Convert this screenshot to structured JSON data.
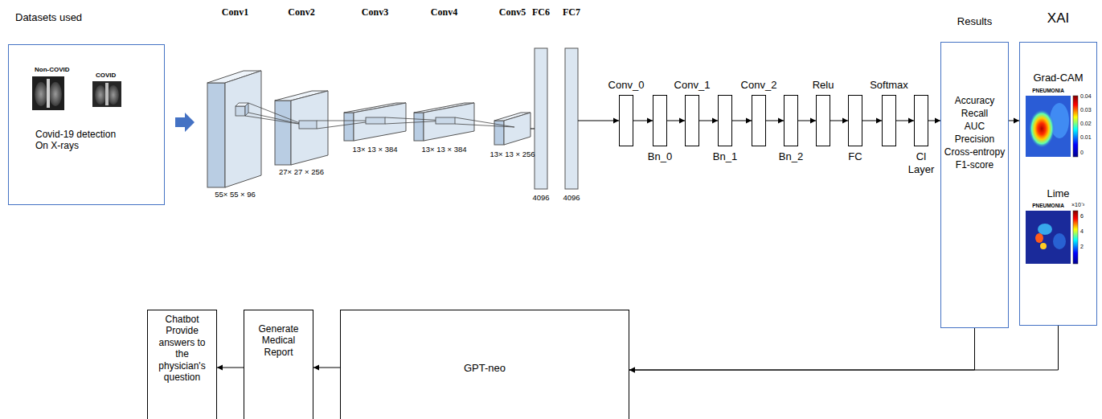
{
  "diagram": {
    "nodes": [
      {
        "text": [
          "Datasets used",
          "Covid-19 detection On X-rays"
        ]
      },
      {
        "text": [
          "Conv1",
          "55× 55 × 96"
        ]
      },
      {
        "text": [
          "Conv2",
          "27× 27 × 256"
        ]
      },
      {
        "text": [
          "Conv3",
          "13× 13 × 384"
        ]
      },
      {
        "text": [
          "Conv4",
          "13× 13 × 384"
        ]
      },
      {
        "text": [
          "Conv5",
          "13× 13 × 256"
        ]
      },
      {
        "text": [
          "FC6",
          "4096"
        ]
      },
      {
        "text": [
          "FC7",
          "4096"
        ]
      },
      {
        "text": [
          "Conv_0"
        ]
      },
      {
        "text": [
          "Bn_0"
        ]
      },
      {
        "text": [
          "Conv_1"
        ]
      },
      {
        "text": [
          "Bn_1"
        ]
      },
      {
        "text": [
          "Conv_2"
        ]
      },
      {
        "text": [
          "Bn_2"
        ]
      },
      {
        "text": [
          "Relu"
        ]
      },
      {
        "text": [
          "FC"
        ]
      },
      {
        "text": [
          "Softmax"
        ]
      },
      {
        "text": [
          "Cl Layer"
        ]
      },
      {
        "text": [
          "Results",
          "Accuracy",
          "Recall",
          "AUC",
          "Precision",
          "Cross-entropy",
          "F1-score"
        ]
      },
      {
        "text": [
          "XAI",
          "Grad-CAM",
          "Lime"
        ]
      },
      {
        "text": [
          "GPT-neo"
        ]
      },
      {
        "text": [
          "Generate Medical Report"
        ]
      },
      {
        "text": [
          "Chatbot Provide answers to the physician's question"
        ]
      }
    ],
    "edges": [
      {
        "from": 0,
        "to": 1,
        "arrow": "to"
      },
      {
        "from": 5,
        "to": 6,
        "arrow": "none"
      },
      {
        "from": 7,
        "to": 8,
        "arrow": "to"
      },
      {
        "from": 8,
        "to": 9,
        "arrow": "to"
      },
      {
        "from": 9,
        "to": 10,
        "arrow": "to"
      },
      {
        "from": 10,
        "to": 11,
        "arrow": "to"
      },
      {
        "from": 11,
        "to": 12,
        "arrow": "to"
      },
      {
        "from": 12,
        "to": 13,
        "arrow": "to"
      },
      {
        "from": 13,
        "to": 14,
        "arrow": "to"
      },
      {
        "from": 14,
        "to": 15,
        "arrow": "to"
      },
      {
        "from": 15,
        "to": 16,
        "arrow": "to"
      },
      {
        "from": 16,
        "to": 17,
        "arrow": "to"
      },
      {
        "from": 17,
        "to": 18,
        "arrow": "to"
      },
      {
        "from": 18,
        "to": 19,
        "arrow": "to"
      },
      {
        "from": 18,
        "to": 20,
        "arrow": "to"
      },
      {
        "from": 19,
        "to": 20,
        "arrow": "to"
      },
      {
        "from": 20,
        "to": 21,
        "arrow": "to"
      },
      {
        "from": 21,
        "to": 22,
        "arrow": "to"
      }
    ],
    "labels": [
      "Non-COVID",
      "COVID",
      "PNEUMONIA",
      "0.04",
      "0.03",
      "0.02",
      "0.01",
      "0",
      "PNEUMONIA",
      "×10⁻³",
      "6",
      "4",
      "2"
    ]
  }
}
